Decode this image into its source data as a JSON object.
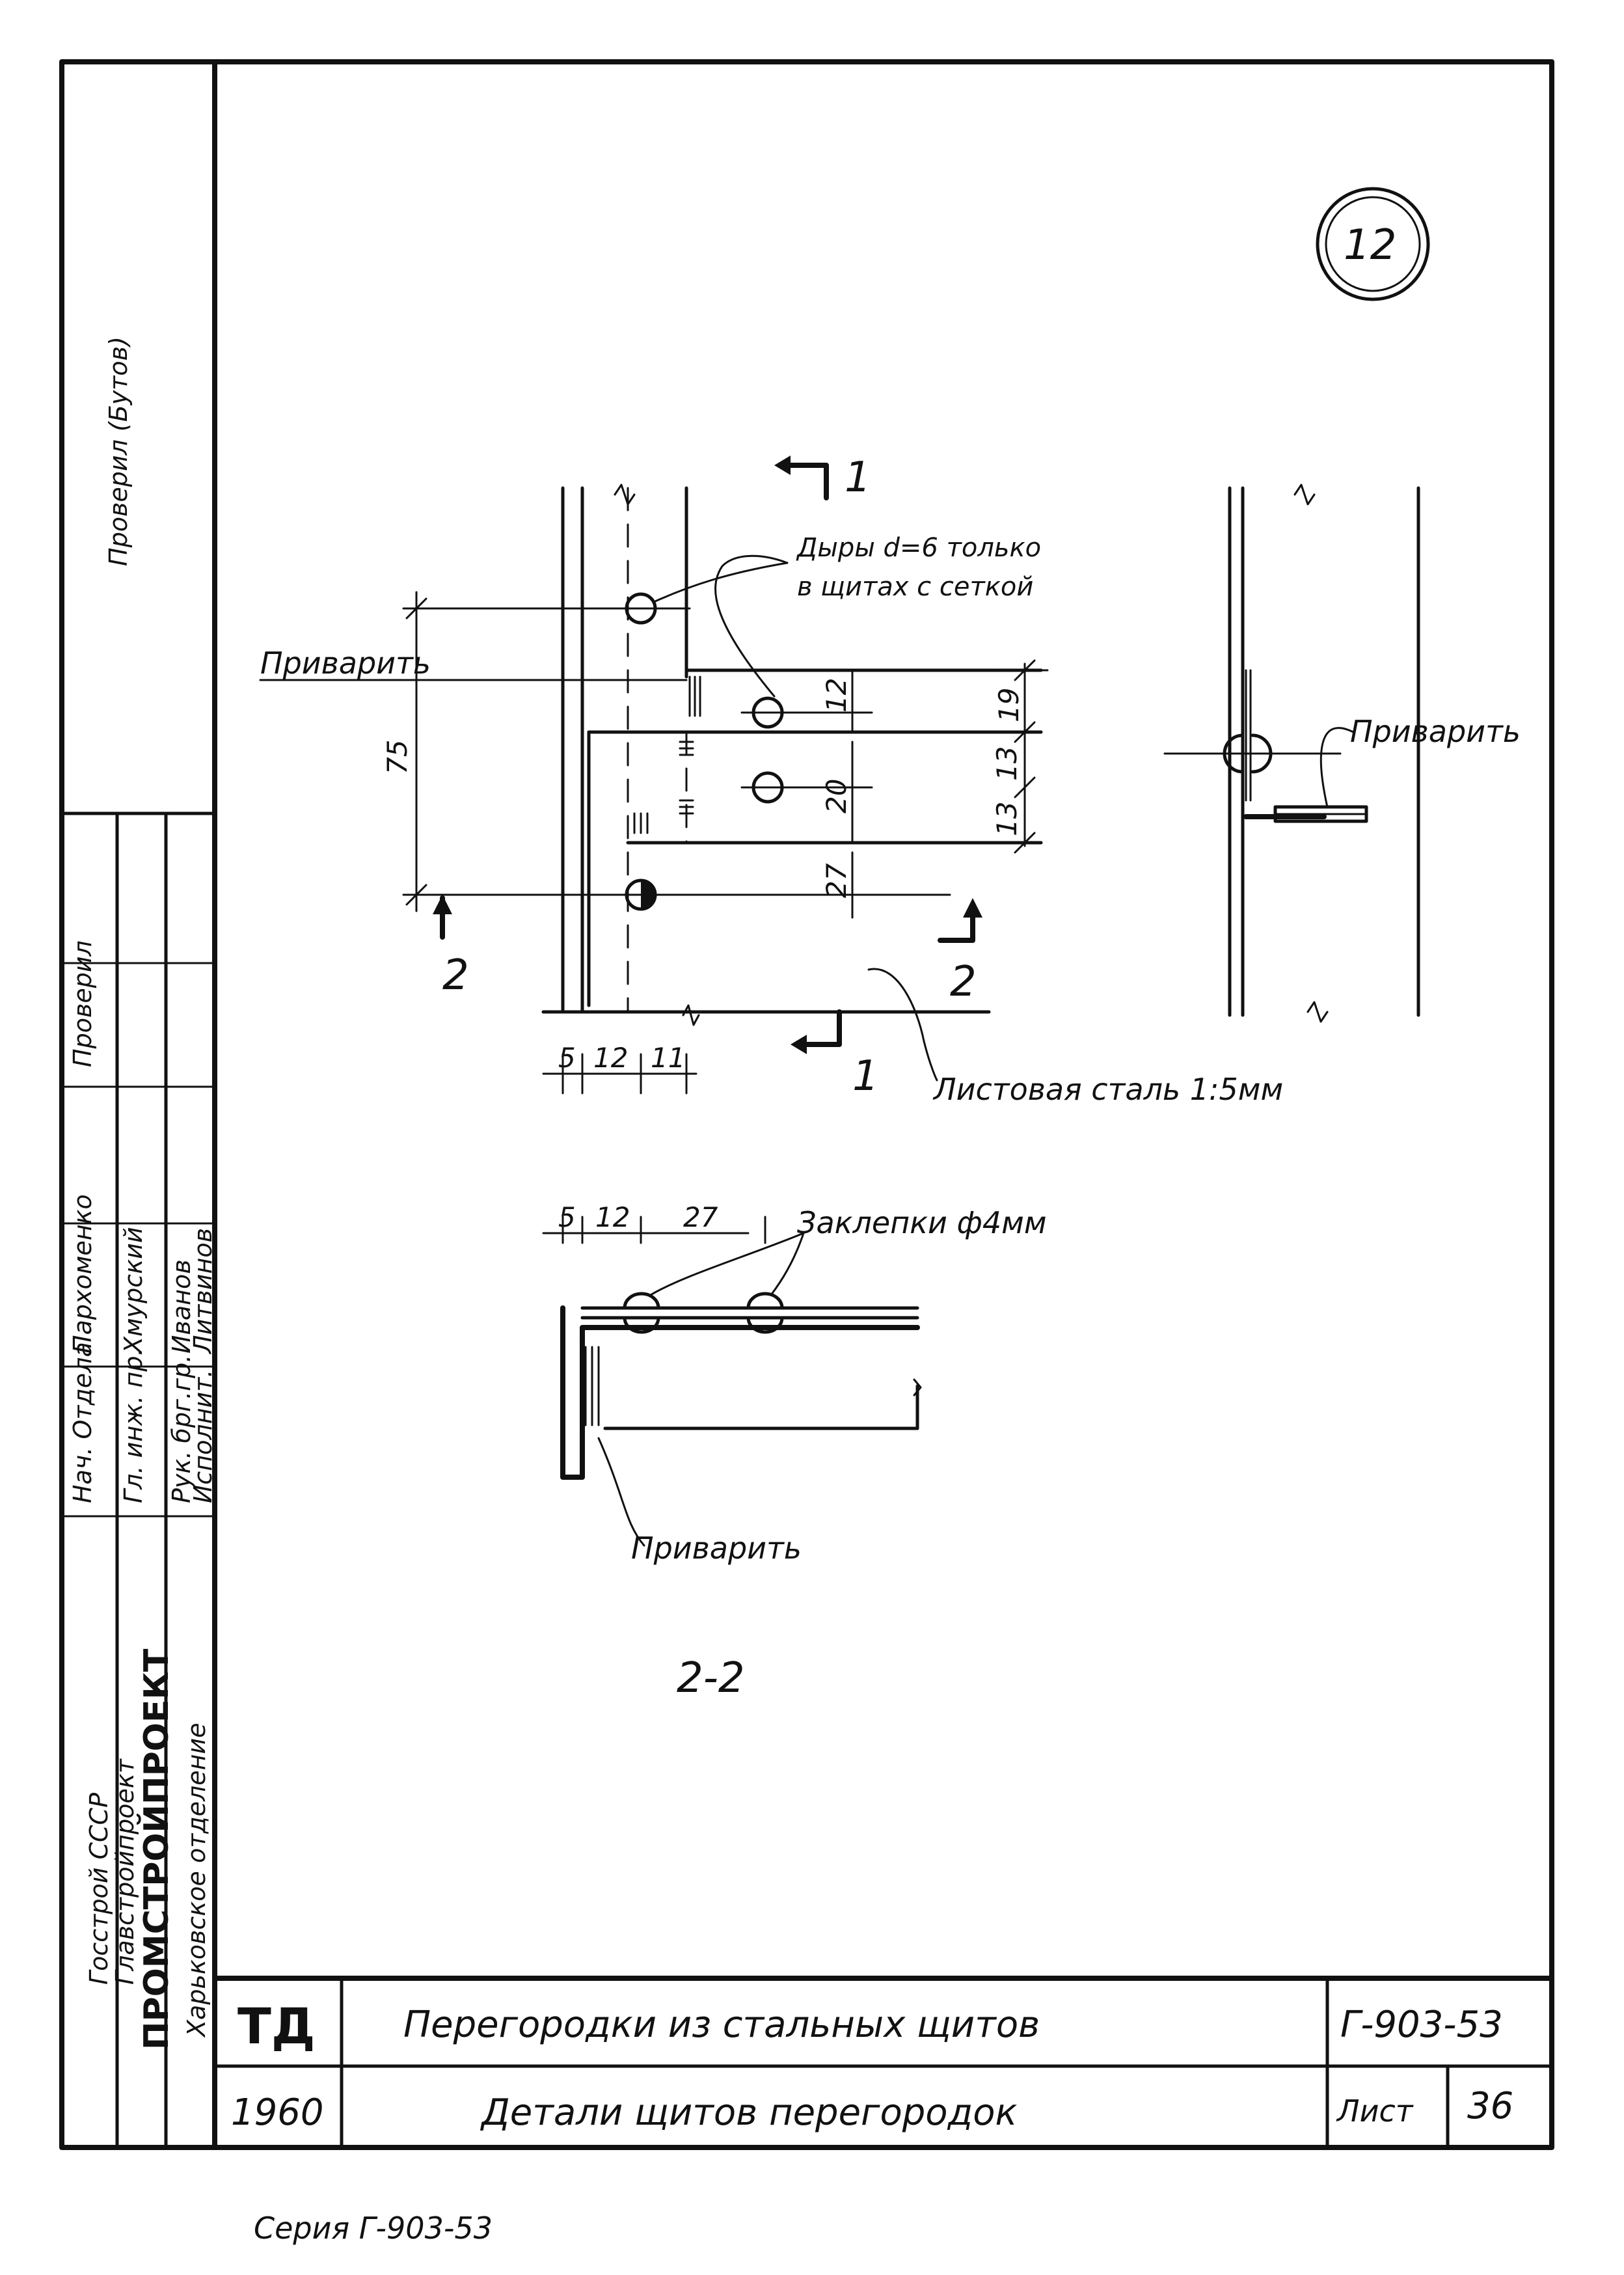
{
  "sheet": {
    "drawing_number": "12",
    "series_caption": "Серия Г-903-53",
    "title_block": {
      "org_line1": "Госстрой СССР",
      "org_line2": "Главстройпроект",
      "org_name": "ПРОМСТРОЙПРОЕКТ",
      "org_branch": "Харьковское отделение",
      "logo": "ТД",
      "year": "1960",
      "title_main": "Перегородки из стальных щитов",
      "title_sub": "Детали щитов перегородок",
      "code": "Г-903-53",
      "sheet_label": "Лист",
      "sheet_number": "36"
    },
    "signatures": [
      {
        "role": "Нач. Отдела",
        "name": "Пархоменко"
      },
      {
        "role": "Гл. инж. пр.",
        "name": "Хмурский"
      },
      {
        "role": "Рук. брг.гр.",
        "name": "Иванов"
      },
      {
        "role": "Исполнит.",
        "name": "Литвинов"
      }
    ],
    "checked_label": "Проверил",
    "margin_note": "Проверил (Бутов)"
  },
  "views": {
    "main": {
      "section_mark_top": "1",
      "section_mark_bottom": "1",
      "section_mark_left": "2",
      "section_mark_right": "2",
      "note_holes": "Дыры d=6 только",
      "note_holes_2": "в щитах с сеткой",
      "weld_label": "Приварить",
      "sheet_steel_label": "Листовая сталь 1:5мм",
      "dims": {
        "d75": "75",
        "d12": "12",
        "d19": "19",
        "d20": "20",
        "d13a": "13",
        "d13b": "13",
        "d27": "27",
        "b5": "5",
        "b12": "12",
        "b11": "11"
      }
    },
    "side": {
      "weld_label": "Приварить"
    },
    "section22": {
      "label": "2-2",
      "rivets_label": "Заклепки ф4мм",
      "weld_label": "Приварить",
      "dims": {
        "a5": "5",
        "a12": "12",
        "a27": "27"
      }
    }
  }
}
